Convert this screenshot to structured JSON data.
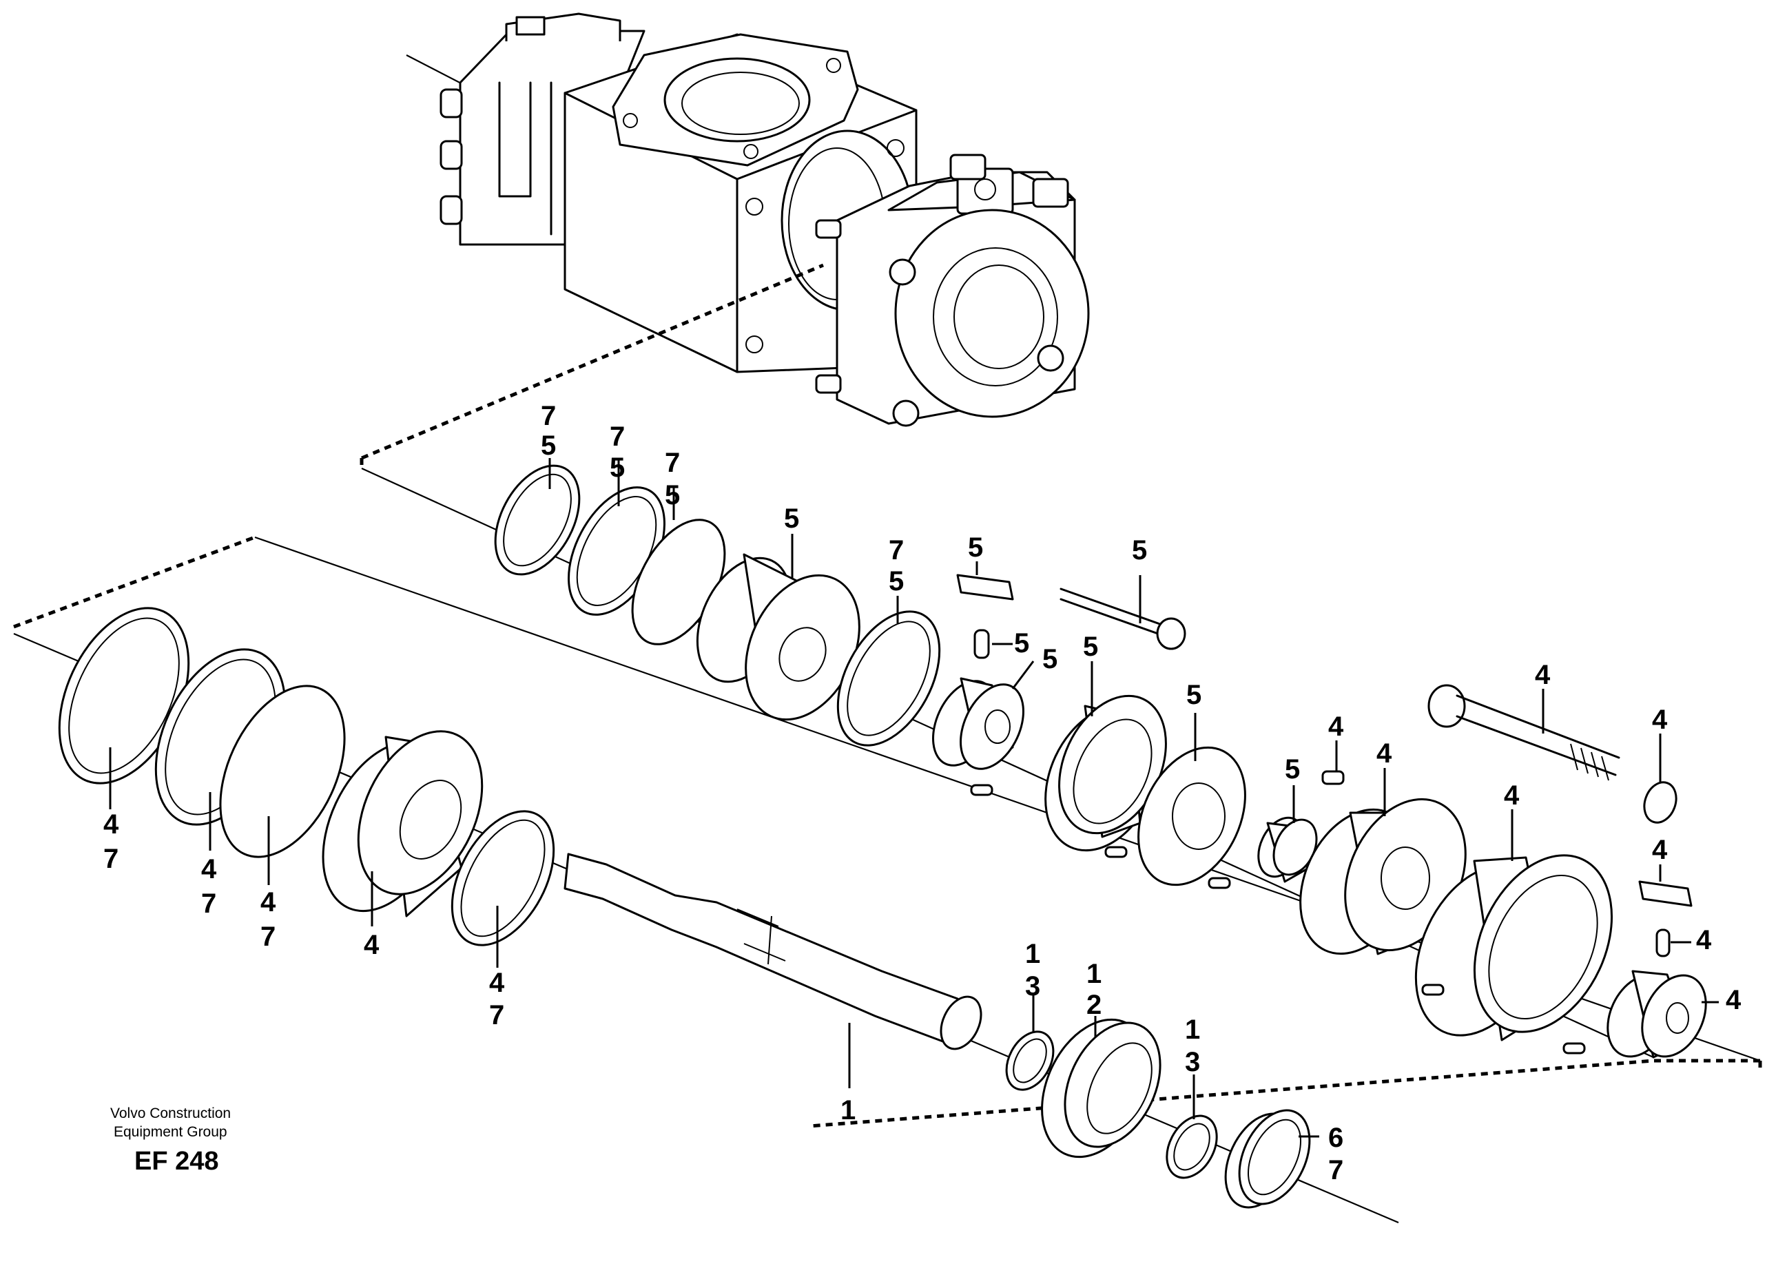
{
  "footer": {
    "brand_line1": "Volvo Construction",
    "brand_line2": "Equipment Group",
    "figure_code": "EF 248"
  },
  "callouts": {
    "c1": [
      "7",
      "5"
    ],
    "c2": [
      "7",
      "5"
    ],
    "c3": [
      "7",
      "5"
    ],
    "c4": [
      "5"
    ],
    "c5": [
      "7",
      "5"
    ],
    "c6": [
      "5"
    ],
    "c7": [
      "5"
    ],
    "c8": [
      "5"
    ],
    "c9": [
      "5"
    ],
    "c10": [
      "5"
    ],
    "c11": [
      "5"
    ],
    "c12": [
      "5"
    ],
    "c13": [
      "4"
    ],
    "c14": [
      "4"
    ],
    "c15": [
      "4"
    ],
    "c16": [
      "4"
    ],
    "c17": [
      "4"
    ],
    "c18": [
      "4"
    ],
    "c19": [
      "4"
    ],
    "c20": [
      "4"
    ],
    "c21": [
      "4",
      "7"
    ],
    "c22": [
      "4",
      "7"
    ],
    "c23": [
      "4",
      "7"
    ],
    "c24": [
      "4"
    ],
    "c25": [
      "4",
      "7"
    ],
    "c26": [
      "1"
    ],
    "c27": [
      "1",
      "3"
    ],
    "c28": [
      "1",
      "2"
    ],
    "c29": [
      "1",
      "3"
    ],
    "c30": [
      "6",
      "7"
    ]
  }
}
